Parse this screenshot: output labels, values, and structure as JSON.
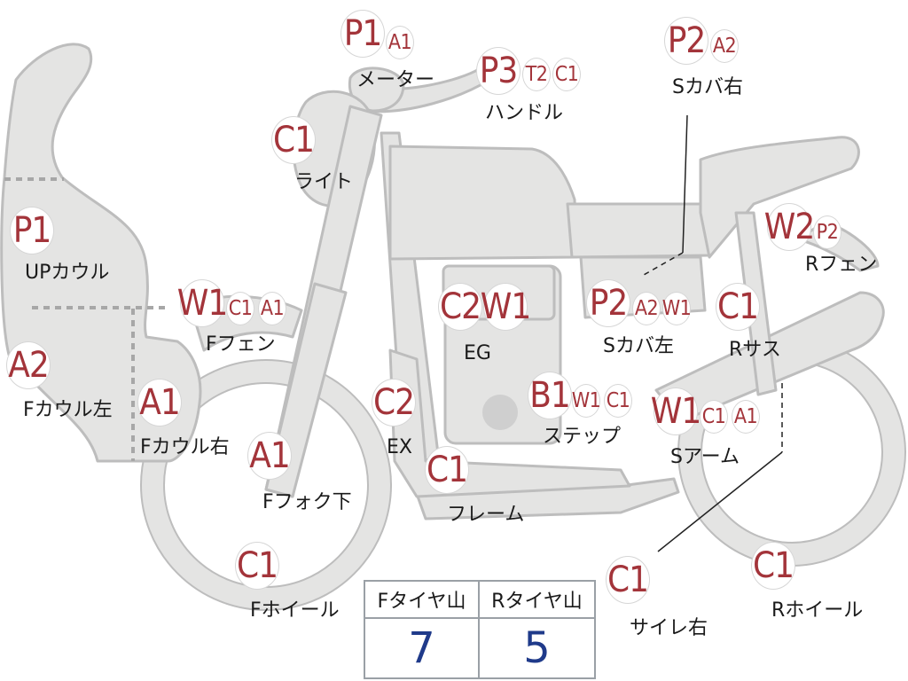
{
  "colors": {
    "part_fill": "#e4e4e3",
    "part_stroke": "#bdbdbd",
    "badge_text": "#a3343a",
    "tire_value": "#1f3a8a"
  },
  "parts": {
    "meter": {
      "label": "メーター",
      "codes": [
        "P1",
        "A1"
      ]
    },
    "handle": {
      "label": "ハンドル",
      "codes": [
        "P3",
        "T2",
        "C1"
      ]
    },
    "side_cover_right": {
      "label": "Sカバ右",
      "codes": [
        "P2",
        "A2"
      ]
    },
    "light": {
      "label": "ライト",
      "codes": [
        "C1"
      ]
    },
    "upper_cowl": {
      "label": "UPカウル",
      "codes": [
        "P1"
      ]
    },
    "front_fender": {
      "label": "Fフェン",
      "codes": [
        "W1",
        "C1",
        "A1"
      ]
    },
    "engine": {
      "label": "EG",
      "codes": [
        "C2",
        "W1"
      ]
    },
    "side_cover_left": {
      "label": "Sカバ左",
      "codes": [
        "P2",
        "A2",
        "W1"
      ]
    },
    "rear_fender": {
      "label": "Rフェン",
      "codes": [
        "W2",
        "P2"
      ]
    },
    "rear_suspension": {
      "label": "Rサス",
      "codes": [
        "C1"
      ]
    },
    "cowl_left": {
      "label": "Fカウル左",
      "codes": [
        "A2"
      ]
    },
    "cowl_right": {
      "label": "Fカウル右",
      "codes": [
        "A1"
      ]
    },
    "exhaust": {
      "label": "EX",
      "codes": [
        "C2"
      ]
    },
    "step": {
      "label": "ステップ",
      "codes": [
        "B1",
        "W1",
        "C1"
      ]
    },
    "swing_arm": {
      "label": "Sアーム",
      "codes": [
        "W1",
        "C1",
        "A1"
      ]
    },
    "fork_lower": {
      "label": "Fフォク下",
      "codes": [
        "A1"
      ]
    },
    "frame": {
      "label": "フレーム",
      "codes": [
        "C1"
      ]
    },
    "front_wheel": {
      "label": "Fホイール",
      "codes": [
        "C1"
      ]
    },
    "silencer_right": {
      "label": "サイレ右",
      "codes": [
        "C1"
      ]
    },
    "rear_wheel": {
      "label": "Rホイール",
      "codes": [
        "C1"
      ]
    }
  },
  "tire_tread": {
    "front_header": "Fタイヤ山",
    "rear_header": "Rタイヤ山",
    "front_value": "7",
    "rear_value": "5"
  }
}
